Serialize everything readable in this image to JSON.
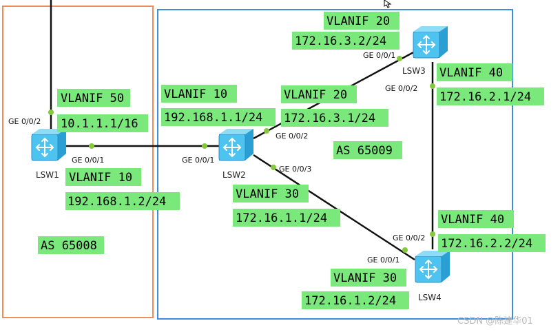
{
  "colors": {
    "as65008_border": "#ee8e5a",
    "as65009_border": "#3d8ce0",
    "label_bg": "#7ae87a",
    "link": "#111111",
    "port_dot": "#86c83c",
    "switch_body": "#4fc3ef"
  },
  "areas": {
    "left": "AS 65008",
    "right": "AS 65009"
  },
  "devices": {
    "lsw1": "LSW1",
    "lsw2": "LSW2",
    "lsw3": "LSW3",
    "lsw4": "LSW4"
  },
  "ports": {
    "lsw1_uplink": "GE 0/0/2",
    "lsw1_to_lsw2": "GE 0/0/1",
    "lsw2_to_lsw1": "GE 0/0/1",
    "lsw2_to_lsw3": "GE 0/0/2",
    "lsw2_to_lsw4": "GE 0/0/3",
    "lsw3_to_lsw2": "GE 0/0/1",
    "lsw3_to_lsw4": "GE 0/0/2",
    "lsw4_to_lsw3": "GE 0/0/2",
    "lsw4_to_lsw2": "GE 0/0/1"
  },
  "labels": {
    "lsw1_vlanif50": "VLANIF 50",
    "lsw1_ip50": "10.1.1.1/16",
    "lsw1_vlanif10": "VLANIF 10",
    "lsw1_ip10": "192.168.1.2/24",
    "lsw2_vlanif10": "VLANIF 10",
    "lsw2_ip10": "192.168.1.1/24",
    "lsw2_vlanif20": "VLANIF 20",
    "lsw2_ip20": "172.16.3.1/24",
    "lsw2_vlanif30": "VLANIF 30",
    "lsw2_ip30": "172.16.1.1/24",
    "lsw3_vlanif20": "VLANIF 20",
    "lsw3_ip20": "172.16.3.2/24",
    "lsw3_vlanif40": "VLANIF 40",
    "lsw3_ip40": "172.16.2.1/24",
    "lsw4_vlanif40": "VLANIF 40",
    "lsw4_ip40": "172.16.2.2/24",
    "lsw4_vlanif30": "VLANIF 30",
    "lsw4_ip30": "172.16.1.2/24"
  },
  "watermark": "CSDN @陈建华01"
}
